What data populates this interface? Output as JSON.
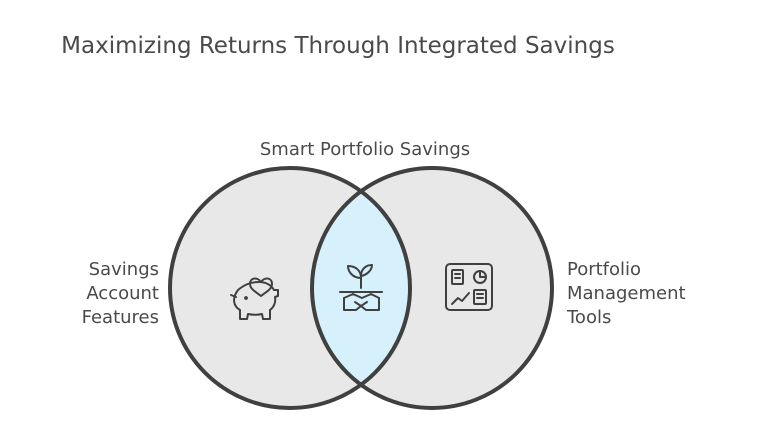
{
  "title": "Maximizing Returns Through Integrated Savings",
  "intersection_label": "Smart Portfolio Savings",
  "left_set": {
    "label_lines": [
      "Savings",
      "Account",
      "Features"
    ],
    "icon": "piggy-bank-heart-icon"
  },
  "right_set": {
    "label_lines": [
      "Portfolio",
      "Management",
      "Tools"
    ],
    "icon": "dashboard-chart-icon"
  },
  "intersection_icon": "sprout-handshake-icon",
  "colors": {
    "circle_fill": "#e8e8e8",
    "intersection_fill": "#d6f1fb",
    "stroke": "#404040",
    "text": "#4a4a4a"
  }
}
